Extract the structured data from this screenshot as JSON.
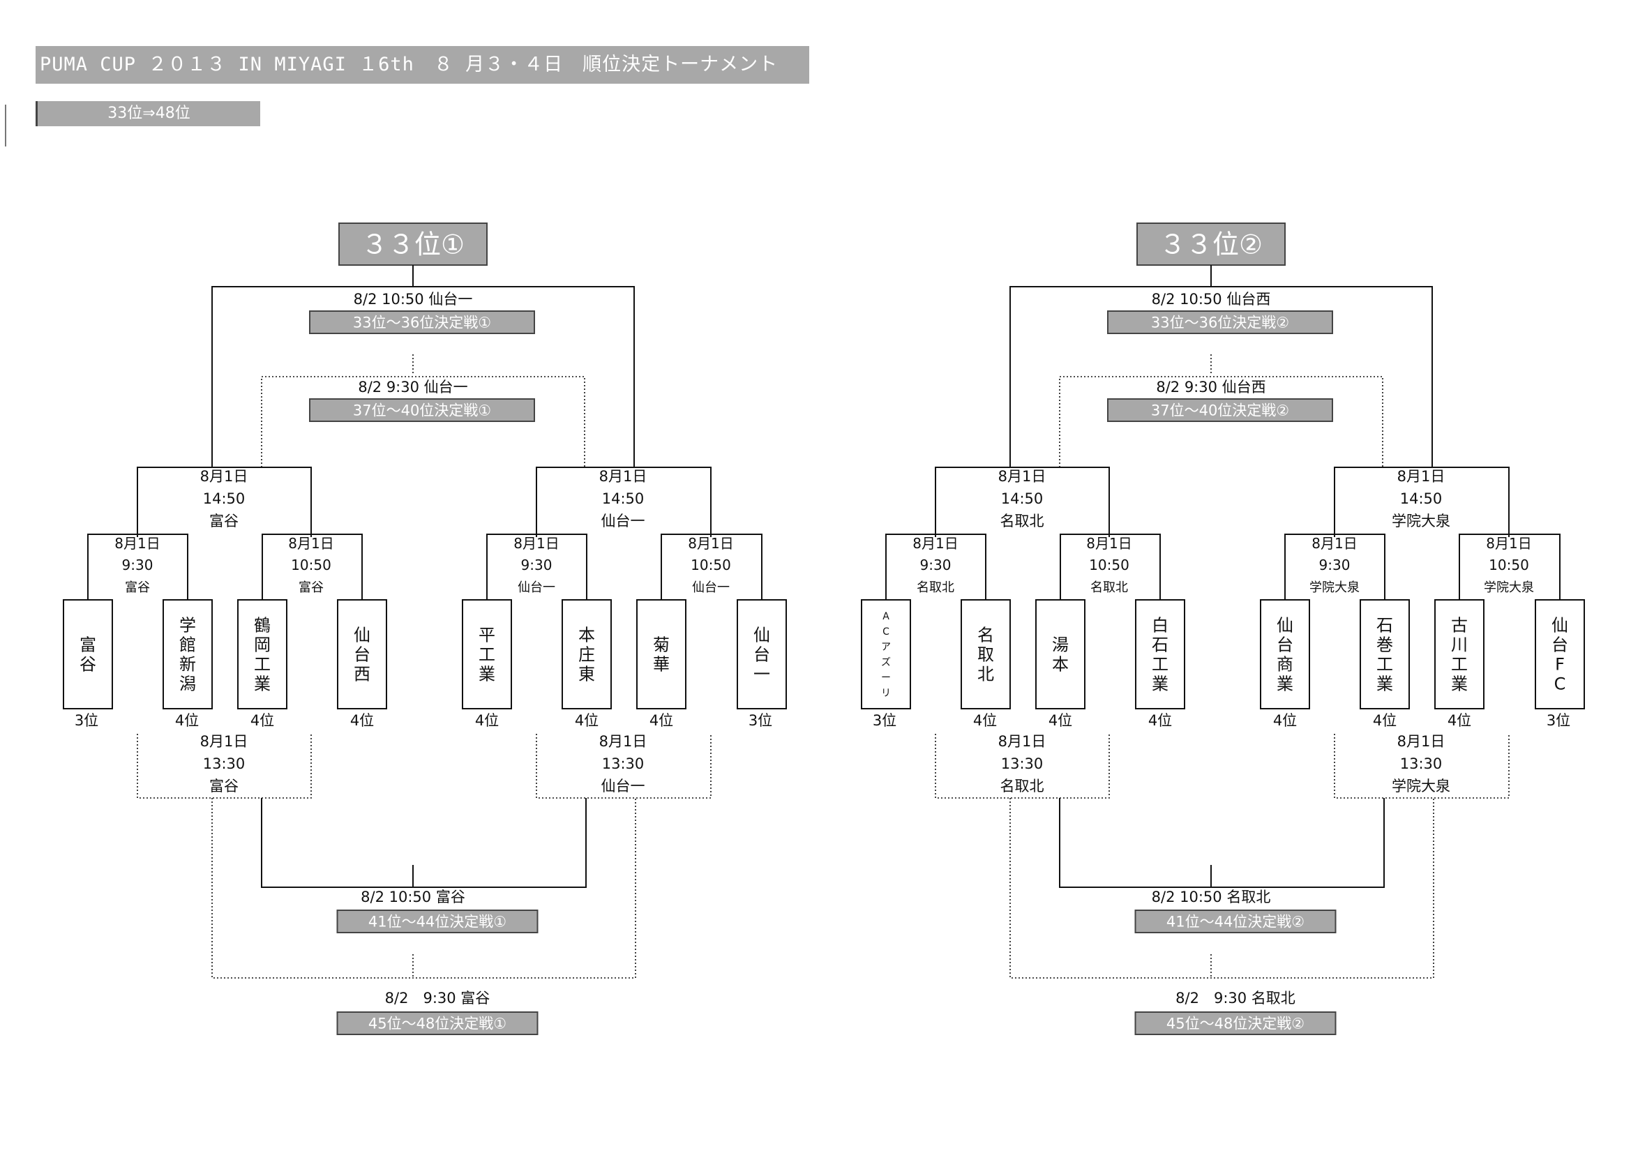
{
  "header": {
    "title": "PUMA CUP ２０１３ IN MIYAGI １6th　８ 月３・４日　順位決定トーナメント",
    "range": "33位⇒48位"
  },
  "colors": {
    "grey_box": "#a8a8a8",
    "line": "#111111",
    "box_border": "#444444"
  },
  "brackets": [
    {
      "title": "３３位①",
      "teams": [
        {
          "name": "富谷",
          "rank": "3位"
        },
        {
          "name": "学館新潟",
          "rank": "4位"
        },
        {
          "name": "鶴岡工業",
          "rank": "4位"
        },
        {
          "name": "仙台西",
          "rank": "4位"
        },
        {
          "name": "平工業",
          "rank": "4位"
        },
        {
          "name": "本庄東",
          "rank": "4位"
        },
        {
          "name": "菊華",
          "rank": "4位"
        },
        {
          "name": "仙台一",
          "rank": "3位"
        }
      ],
      "r1": [
        {
          "date": "8月1日",
          "time": "9:30",
          "venue": "富谷"
        },
        {
          "date": "8月1日",
          "time": "10:50",
          "venue": "富谷"
        },
        {
          "date": "8月1日",
          "time": "9:30",
          "venue": "仙台一"
        },
        {
          "date": "8月1日",
          "time": "10:50",
          "venue": "仙台一"
        }
      ],
      "r2w": [
        {
          "date": "8月1日",
          "time": "14:50",
          "venue": "富谷"
        },
        {
          "date": "8月1日",
          "time": "14:50",
          "venue": "仙台一"
        }
      ],
      "r2l": [
        {
          "date": "8月1日",
          "time": "13:30",
          "venue": "富谷"
        },
        {
          "date": "8月1日",
          "time": "13:30",
          "venue": "仙台一"
        }
      ],
      "final_top": {
        "info": "8/2 10:50 仙台一",
        "label": "33位～36位決定戦①"
      },
      "final_mid": {
        "info": "8/2 9:30 仙台一",
        "label": "37位～40位決定戦①"
      },
      "final_low1": {
        "info": "8/2 10:50 富谷",
        "label": "41位～44位決定戦①"
      },
      "final_low2": {
        "info": "8/2　9:30 富谷",
        "label": "45位～48位決定戦①"
      }
    },
    {
      "title": "３３位②",
      "teams": [
        {
          "name": "ACアズーリ",
          "rank": "3位"
        },
        {
          "name": "名取北",
          "rank": "4位"
        },
        {
          "name": "湯本",
          "rank": "4位"
        },
        {
          "name": "白石工業",
          "rank": "4位"
        },
        {
          "name": "仙台商業",
          "rank": "4位"
        },
        {
          "name": "石巻工業",
          "rank": "4位"
        },
        {
          "name": "古川工業",
          "rank": "4位"
        },
        {
          "name": "仙台FC",
          "rank": "3位"
        }
      ],
      "r1": [
        {
          "date": "8月1日",
          "time": "9:30",
          "venue": "名取北"
        },
        {
          "date": "8月1日",
          "time": "10:50",
          "venue": "名取北"
        },
        {
          "date": "8月1日",
          "time": "9:30",
          "venue": "学院大泉"
        },
        {
          "date": "8月1日",
          "time": "10:50",
          "venue": "学院大泉"
        }
      ],
      "r2w": [
        {
          "date": "8月1日",
          "time": "14:50",
          "venue": "名取北"
        },
        {
          "date": "8月1日",
          "time": "14:50",
          "venue": "学院大泉"
        }
      ],
      "r2l": [
        {
          "date": "8月1日",
          "time": "13:30",
          "venue": "名取北"
        },
        {
          "date": "8月1日",
          "time": "13:30",
          "venue": "学院大泉"
        }
      ],
      "final_top": {
        "info": "8/2 10:50 仙台西",
        "label": "33位～36位決定戦②"
      },
      "final_mid": {
        "info": "8/2 9:30 仙台西",
        "label": "37位～40位決定戦②"
      },
      "final_low1": {
        "info": "8/2 10:50 名取北",
        "label": "41位～44位決定戦②"
      },
      "final_low2": {
        "info": "8/2　9:30 名取北",
        "label": "45位～48位決定戦②"
      }
    }
  ]
}
